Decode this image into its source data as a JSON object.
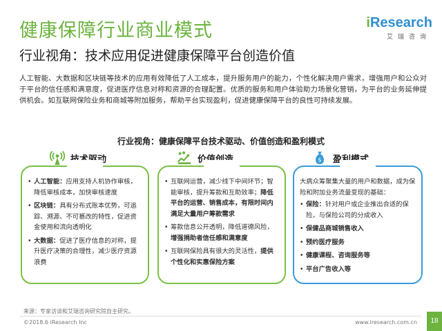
{
  "title": "健康保障行业商业模式",
  "subtitle": "行业视角：技术应用促进健康保障平台创造价值",
  "logo": {
    "i": "i",
    "word": "Research",
    "cn": "艾瑞咨询"
  },
  "intro": "人工智能、大数据和区块链等技术的应用有效降低了人工成本，提升服务用户的能力，个性化解决用户需求，增强用户和公众对于平台的信任感和满意度，促进医疗信息对称和资源的合理配置。优质的服务和用户体验助力场景化营销，为平台的业务延伸提供机会。如互联网保险业务和商城等附加服务，帮助平台实现盈利，促进健康保障平台的良性可持续发展。",
  "section_title": "行业视角：健康保障平台技术驱动、价值创造和盈利模式",
  "columns": [
    {
      "heading": "技术驱动",
      "icon": "signal-tower-icon",
      "items": [
        {
          "bullet": "•",
          "bold": "人工智能：",
          "text": "应用支持人机协作审核，降低审核成本，加快审核速度"
        },
        {
          "bullet": "•",
          "bold": "区块链：",
          "text": "具有分布式账本优势，可追踪、溯源、不可篡改的特性，促进资金使用和流向透明化"
        },
        {
          "bullet": "•",
          "bold": "大数据：",
          "text": "促进了医疗信息的对称，提升医疗决策的合理性，减少医疗资源浪费"
        }
      ]
    },
    {
      "heading": "价值创造",
      "icon": "hands-growth-icon",
      "items": [
        {
          "bullet": "•",
          "text": "互联网运营，减少线下中间环节；智能审核，提升筹款和互助效率；",
          "bold": "降低平台的运营、销售成本，有限时间内满足大量用户筹款需求"
        },
        {
          "bullet": "•",
          "text": "筹款信息公开透明，降低道德风险，",
          "bold": "增强捐助者信任感和满意度"
        },
        {
          "bullet": "•",
          "text": "互联网保险具有很大的灵活性，",
          "bold": "提供个性化和实惠保险方案"
        }
      ]
    },
    {
      "heading": "盈利模式",
      "icon": "money-bag-icon",
      "intro": "大病众筹聚集大量的用户和数据，成为保险和附加业务流量变现的基础：",
      "items": [
        {
          "bullet": "•",
          "bold": "保险：",
          "text": "针对用户或企业推出合适的保险，与保险公司的分成收入"
        },
        {
          "bullet": "•",
          "bold": "保健品商城销售收入",
          "text": ""
        },
        {
          "bullet": "•",
          "bold": "预约医疗服务",
          "text": ""
        },
        {
          "bullet": "•",
          "bold": "健康课程、咨询服务等",
          "text": ""
        },
        {
          "bullet": "•",
          "bold": "平台广告收入等",
          "text": ""
        }
      ]
    }
  ],
  "source": "来源：专家访谈和艾瑞咨询研究院自主研究。",
  "copyright": "©2018.6 iResearch Inc",
  "website": "www.iresearch.com.cn",
  "page_number": "18",
  "colors": {
    "green": "#6cb33f",
    "blue": "#3a9bd8"
  }
}
